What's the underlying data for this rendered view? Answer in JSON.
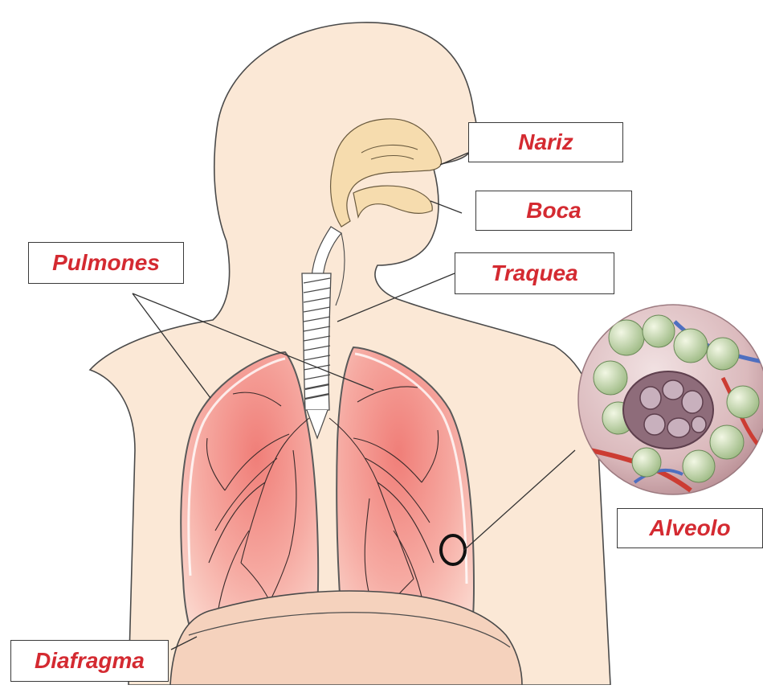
{
  "labels": {
    "nariz": "Nariz",
    "boca": "Boca",
    "traquea": "Traquea",
    "pulmones": "Pulmones",
    "alveolo": "Alveolo",
    "diafragma": "Diafragma"
  },
  "colors": {
    "label_text": "#d42a31",
    "skin": "#fbe8d6",
    "skin_outline": "#4a4a4a",
    "lung_pink": "#f4a7a1",
    "nasal_cavity": "#f6dcae",
    "alveolus_sphere": "#e3c6c8"
  }
}
